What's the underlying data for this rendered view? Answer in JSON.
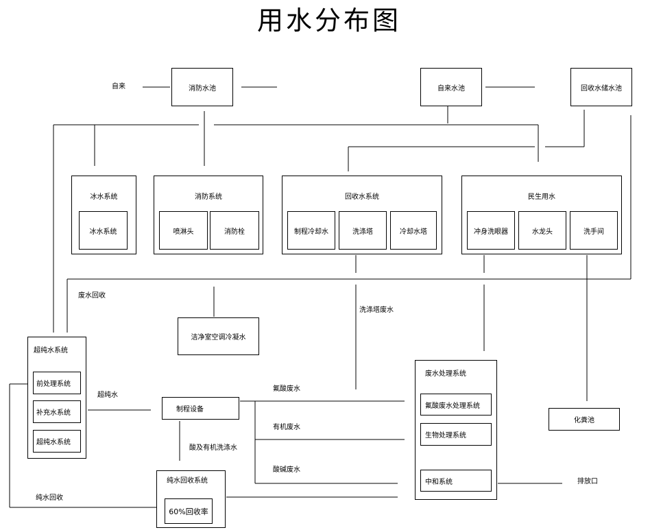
{
  "title": "用水分布图",
  "sources": {
    "mu_shui_left": "自来",
    "fire_pool": "消防水池",
    "city_pool": "自来水池",
    "recycle_pool": "回收水储水池"
  },
  "groups": {
    "ice_water": {
      "title": "冰水系统",
      "items": [
        "冰水系统"
      ]
    },
    "fire": {
      "title": "消防系统",
      "items": [
        "喷淋头",
        "消防栓"
      ]
    },
    "recycle": {
      "title": "回收水系统",
      "items": [
        "制程冷却水",
        "洗涤塔",
        "冷却水塔"
      ]
    },
    "civil": {
      "title": "民生用水",
      "items": [
        "冲身洗眼器",
        "水龙头",
        "洗手间"
      ]
    }
  },
  "upw": {
    "title": "超纯水系统",
    "items": [
      "前处理系统",
      "补充水系统",
      "超纯水系统"
    ]
  },
  "wastewater": {
    "title": "废水处理系统",
    "items": [
      "氟酸废水处理系统",
      "生物处理系统",
      "中和系统"
    ]
  },
  "boxes": {
    "cleanroom_ac": "洁净室空调冷凝水",
    "process_equipment": "制程设备",
    "septic": "化粪池",
    "pure_recycle_title": "纯水回收系统",
    "recycle_rate": "60%回收率"
  },
  "labels": {
    "waste_recycle": "废水回收",
    "scrubber_waste": "洗涤塔废水",
    "upw": "超纯水",
    "hf_waste": "氟酸废水",
    "organic_waste": "有机废水",
    "acid_base_waste": "酸碱废水",
    "acid_organic_rinse": "酸及有机洗涤水",
    "pure_water_recycle": "纯水回收",
    "outfall": "排放口"
  }
}
